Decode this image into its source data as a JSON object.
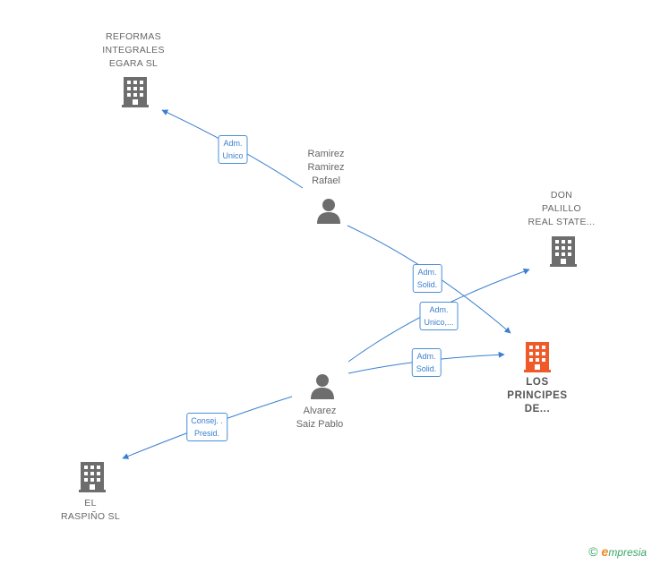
{
  "colors": {
    "edge": "#3a7fd0",
    "company_icon": "#6d6d6d",
    "focus_company_icon": "#f05a28",
    "person_icon": "#6d6d6d",
    "label_text": "#666666"
  },
  "nodes": [
    {
      "id": "reformas",
      "type": "company",
      "icon": "building-icon",
      "label": "REFORMAS\nINTEGRALES\nEGARA  SL"
    },
    {
      "id": "ramirez",
      "type": "person",
      "icon": "person-icon",
      "label": "Ramirez\nRamirez\nRafael"
    },
    {
      "id": "don_palillo",
      "type": "company",
      "icon": "building-icon",
      "label": "DON\nPALILLO\nREAL STATE..."
    },
    {
      "id": "los_principes",
      "type": "company_focus",
      "icon": "building-icon",
      "label": "LOS\nPRINCIPES\nDE..."
    },
    {
      "id": "alvarez",
      "type": "person",
      "icon": "person-icon",
      "label": "Alvarez\nSaiz Pablo"
    },
    {
      "id": "el_raspino",
      "type": "company",
      "icon": "building-icon",
      "label": "EL\nRASPIÑO  SL"
    }
  ],
  "edges": [
    {
      "from": "ramirez",
      "to": "reformas",
      "label": "Adm.\nUnico"
    },
    {
      "from": "ramirez",
      "to": "los_principes",
      "label": "Adm.\nSolid."
    },
    {
      "from": "alvarez",
      "to": "don_palillo",
      "label": "Adm.\nUnico,..."
    },
    {
      "from": "alvarez",
      "to": "los_principes",
      "label": "Adm.\nSolid."
    },
    {
      "from": "alvarez",
      "to": "el_raspino",
      "label": "Consej. .\nPresid."
    }
  ],
  "watermark": {
    "copyright": "©",
    "brand_initial": "e",
    "brand_rest": "mpresia"
  }
}
